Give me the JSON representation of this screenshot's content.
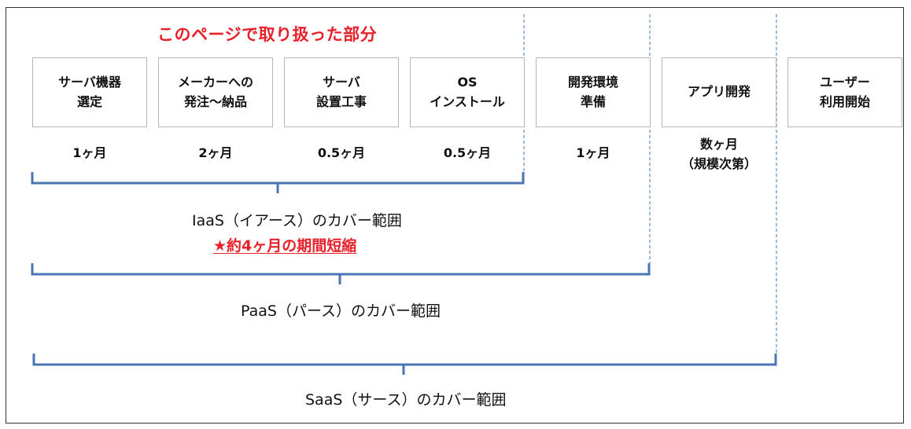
{
  "heading": "このページで取り扱った部分",
  "steps": [
    {
      "label": "サーバ機器\n選定",
      "duration": "1ヶ月"
    },
    {
      "label": "メーカーへの\n発注～納品",
      "duration": "2ヶ月"
    },
    {
      "label": "サーバ\n設置工事",
      "duration": "0.5ヶ月"
    },
    {
      "label": "OS\nインストール",
      "duration": "0.5ヶ月"
    },
    {
      "label": "開発環境\n準備",
      "duration": "1ヶ月"
    },
    {
      "label": "アプリ開発",
      "duration": "数ヶ月\n（規模次第）"
    },
    {
      "label": "ユーザー\n利用開始",
      "duration": ""
    }
  ],
  "ranges": {
    "iaas": "IaaS（イアース）のカバー範囲",
    "iaas_note": "★約4ヶ月の期間短縮",
    "paas": "PaaS（パース）のカバー範囲",
    "saas": "SaaS（サース）のカバー範囲"
  },
  "colors": {
    "accent_red": "#e8202a",
    "bracket_blue": "#4a74b5",
    "dashed_blue": "#5b8fcf",
    "box_border": "#b9b9b9"
  }
}
